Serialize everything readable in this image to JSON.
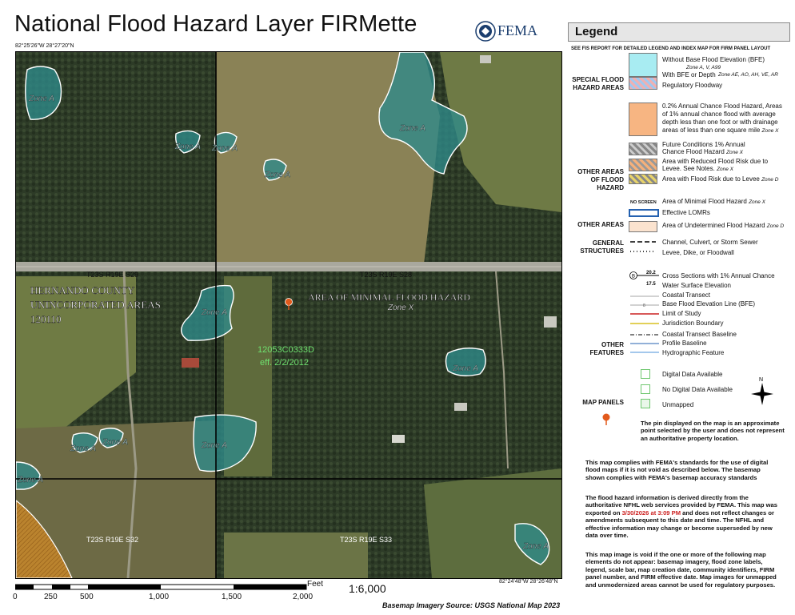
{
  "title": "National Flood Hazard Layer FIRMette",
  "coords": {
    "top_left": "82°25'26\"W 28°27'20\"N",
    "bottom_right": "82°24'48\"W 28°26'48\"N"
  },
  "fema": {
    "text": "FEMA",
    "icon": "dhs-seal-icon"
  },
  "map": {
    "sections": [
      "T23S R19E S29",
      "T23S R19E S28",
      "T23S R19E S32",
      "T23S R19E S33"
    ],
    "county_label": [
      "HERNANDO COUNTY",
      "UNINCORPORATED AREAS",
      "120110"
    ],
    "minimal_hazard": "AREA OF MINIMAL FLOOD HAZARD",
    "zone_x": "Zone X",
    "zone_a": "Zone A",
    "panel": "12053C0333D",
    "panel_eff": "eff. 2/2/2012",
    "colors": {
      "zone_a": "#2e8a8a",
      "zone_x_shaded": "#c8872a",
      "forest": "#2f3d28",
      "field": "#8a8256"
    }
  },
  "scale": {
    "feet_label": "Feet",
    "ticks": [
      "0",
      "250",
      "500",
      "1,000",
      "1,500",
      "2,000"
    ],
    "ratio": "1:6,000"
  },
  "source": "Basemap Imagery Source: USGS National Map 2023",
  "legend": {
    "title": "Legend",
    "subtitle": "SEE FIS REPORT FOR DETAILED LEGEND AND INDEX MAP FOR FIRM PANEL LAYOUT",
    "cats": {
      "special": "SPECIAL FLOOD HAZARD AREAS",
      "other_flood": "OTHER AREAS OF FLOOD HAZARD",
      "other_areas": "OTHER AREAS",
      "general": "GENERAL STRUCTURES",
      "other_features": "OTHER FEATURES",
      "panels": "MAP PANELS"
    },
    "items": {
      "without_bfe": "Without Base Flood Elevation (BFE)",
      "without_bfe_z": "Zone A, V, A99",
      "with_bfe": "With BFE or Depth",
      "with_bfe_z": "Zone AE, AO, AH, VE, AR",
      "floodway": "Regulatory Floodway",
      "pct02": "0.2% Annual Chance Flood Hazard, Areas of 1% annual chance flood with average depth less than one foot or with drainage areas of less than one square mile",
      "pct02_z": "Zone X",
      "future1": "Future Conditions 1% Annual",
      "future2": "Chance Flood Hazard",
      "future_z": "Zone X",
      "reduced1": "Area with Reduced Flood Risk due to",
      "reduced2": "Levee. See Notes.",
      "reduced_z": "Zone X",
      "levee": "Area with Flood Risk due to Levee",
      "levee_z": "Zone D",
      "no_screen": "NO SCREEN",
      "minimal": "Area of Minimal Flood Hazard",
      "minimal_z": "Zone X",
      "lomr": "Effective LOMRs",
      "undetermined": "Area of Undetermined Flood Hazard",
      "undetermined_z": "Zone D",
      "channel": "Channel, Culvert, or Storm Sewer",
      "levee_line": "Levee, Dike, or Floodwall",
      "xs_num": "20.2",
      "wse_num": "17.5",
      "xs_circle": "B",
      "bfe_num": "8",
      "xs": "Cross Sections with 1% Annual Chance",
      "wse": "Water Surface Elevation",
      "coastal": "Coastal Transect",
      "bfe_line": "Base Flood Elevation Line (BFE)",
      "limit": "Limit of Study",
      "jurisdiction": "Jurisdiction Boundary",
      "coastal_base": "Coastal Transect Baseline",
      "profile": "Profile Baseline",
      "hydro": "Hydrographic Feature",
      "digital": "Digital Data Available",
      "no_digital": "No Digital Data Available",
      "unmapped": "Unmapped",
      "north": "N"
    },
    "pin_note": "The pin displayed on the map is an approximate point selected by the user and does not represent an authoritative property location.",
    "notes": {
      "p1": "This map complies with FEMA's standards for the use of digital flood maps if it is not void as described below. The basemap shown complies with FEMA's basemap accuracy standards",
      "p2a": "The flood hazard information is derived directly from the authoritative NFHL web services provided by FEMA. This map was exported on ",
      "p2date": "3/30/2026 at 3:09 PM",
      "p2b": " and does not reflect changes or amendments subsequent to this date and time. The NFHL and effective information may change or become superseded by new data over time.",
      "p3": "This map image is void if the one or more of the following map elements do not appear: basemap imagery, flood zone labels, legend, scale bar, map creation date, community identifiers, FIRM panel number, and FIRM effective date. Map images for unmapped and unmodernized areas cannot be used for regulatory purposes."
    }
  }
}
